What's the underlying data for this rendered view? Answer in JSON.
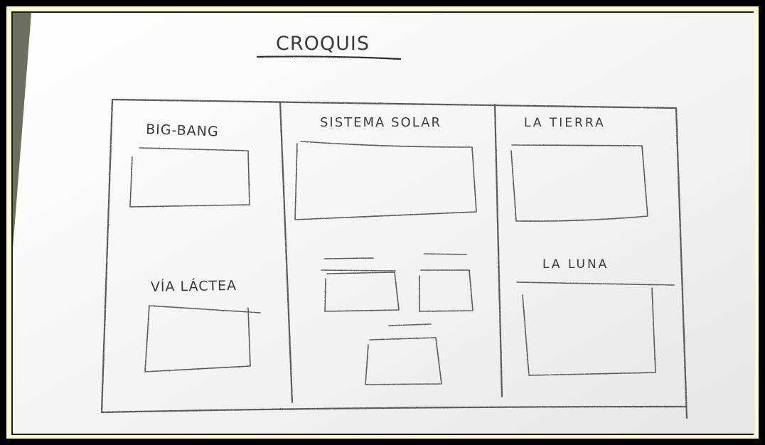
{
  "photo": {
    "frame_color": "#000000",
    "mat_color": "#fffbd1",
    "paper_color": "#f4f4f2",
    "backdrop_color": "#6d6f5e",
    "pencil_color": "#5a5a5a"
  },
  "sketch": {
    "title": "CROQUIS",
    "columns": [
      {
        "sections": [
          {
            "label": "BIG-BANG"
          },
          {
            "label": "VÍA LÁCTEA"
          }
        ]
      },
      {
        "sections": [
          {
            "label": "SISTEMA SOLAR"
          }
        ]
      },
      {
        "sections": [
          {
            "label": "LA TIERRA"
          },
          {
            "label": "LA LUNA"
          }
        ]
      }
    ]
  }
}
